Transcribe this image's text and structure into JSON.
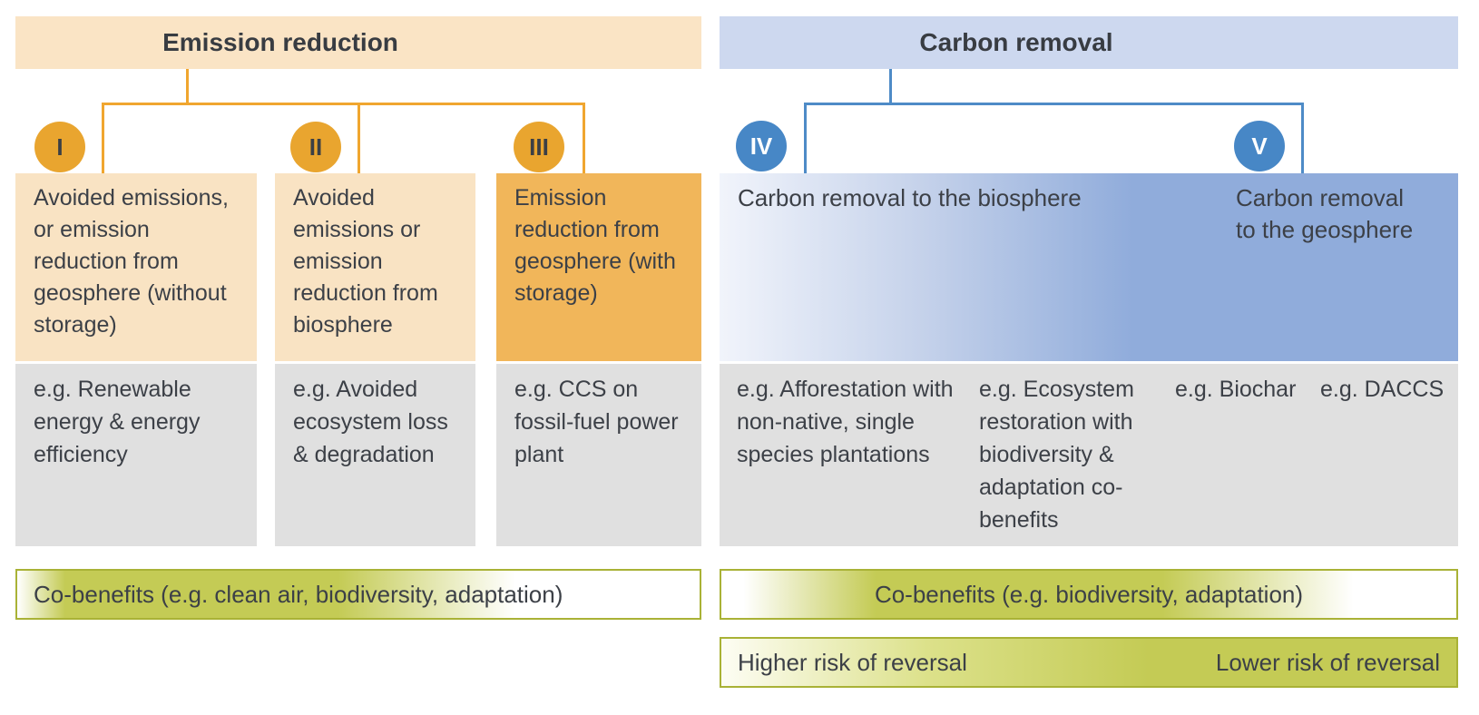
{
  "left": {
    "header": "Emission reduction",
    "categories": [
      {
        "numeral": "I",
        "label": "Avoided emissions, or emission reduction from geosphere (without storage)",
        "example": "e.g. Renewable energy & energy efficiency"
      },
      {
        "numeral": "II",
        "label": "Avoided emissions or emission reduction from biosphere",
        "example": "e.g. Avoided ecosystem loss & degradation"
      },
      {
        "numeral": "III",
        "label": "Emission reduction from geosphere (with storage)",
        "example": "e.g. CCS on fossil-fuel power plant"
      }
    ],
    "cobenefits": "Co-benefits (e.g. clean air, biodiversity, adaptation)"
  },
  "right": {
    "header": "Carbon removal",
    "categories": [
      {
        "numeral": "IV",
        "label": "Carbon removal to the biosphere"
      },
      {
        "numeral": "V",
        "label": "Carbon removal to the geosphere"
      }
    ],
    "examples": [
      "e.g. Afforestation with non-native, single species plantations",
      "e.g. Ecosystem restoration with biodiversity & adaptation co-benefits",
      "e.g. Biochar",
      "e.g. DACCS"
    ],
    "cobenefits": "Co-benefits (e.g. biodiversity, adaptation)",
    "risk_high": "Higher risk of reversal",
    "risk_low": "Lower risk of reversal"
  },
  "colors": {
    "orange_accent": "#F0A62F",
    "orange_light_box": "#F9E3C3",
    "orange_strong_box": "#F1B65A",
    "orange_banner": "#FAE4C5",
    "blue_accent": "#4787C6",
    "blue_banner": "#CDD8EF",
    "blue_box_gradient_end": "#90ACDB",
    "gray_box": "#E0E0E0",
    "olive_border": "#A9B236",
    "olive_fill": "#C4CB55",
    "text": "#3C4047"
  }
}
